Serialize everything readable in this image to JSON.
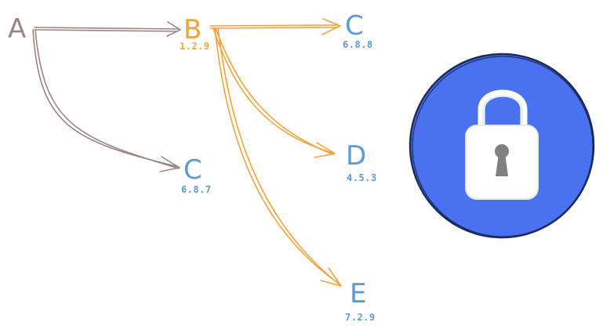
{
  "colors": {
    "root": "#9c8580",
    "direct": "#f2a33a",
    "transitive": "#5b9bd5",
    "lock_fill": "#4a72f0",
    "lock_outline": "#1d2a5e",
    "lock_body": "#ffffff",
    "keyhole": "#808080"
  },
  "nodes": {
    "a": {
      "label": "A"
    },
    "b": {
      "label": "B",
      "version": "1.2.9"
    },
    "c_top": {
      "label": "C",
      "version": "6.8.8"
    },
    "c_low": {
      "label": "C",
      "version": "6.8.7"
    },
    "d": {
      "label": "D",
      "version": "4.5.3"
    },
    "e": {
      "label": "E",
      "version": "7.2.9"
    }
  },
  "edges": [
    {
      "from": "A",
      "to": "B"
    },
    {
      "from": "A",
      "to": "C 6.8.7"
    },
    {
      "from": "B",
      "to": "C 6.8.8"
    },
    {
      "from": "B",
      "to": "D"
    },
    {
      "from": "B",
      "to": "E"
    }
  ],
  "icons": {
    "lock": "padlock-icon"
  }
}
